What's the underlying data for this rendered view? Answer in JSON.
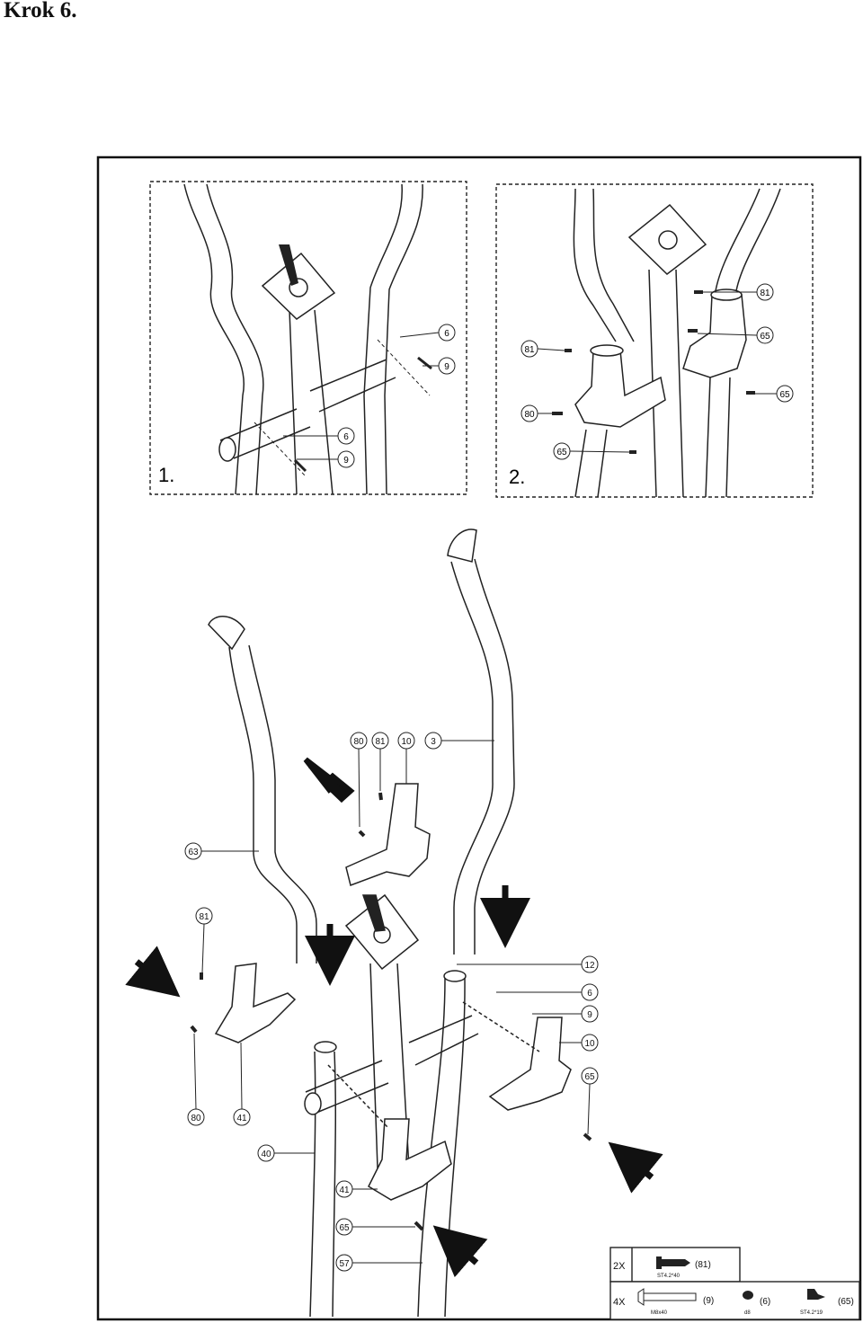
{
  "step_title": "Krok 6.",
  "detail_panels": [
    {
      "label": "1.",
      "callouts": [
        "6",
        "9",
        "6",
        "9"
      ]
    },
    {
      "label": "2.",
      "callouts": [
        "81",
        "65",
        "65",
        "81",
        "80",
        "65"
      ]
    }
  ],
  "main_callouts": {
    "top_group": [
      "80",
      "81",
      "10",
      "3"
    ],
    "left_handle": "63",
    "left_group": [
      "81",
      "80",
      "41"
    ],
    "right_group": [
      "12",
      "6",
      "9",
      "10",
      "65"
    ],
    "lower": [
      "40",
      "41",
      "65",
      "57"
    ]
  },
  "hardware_table": {
    "rows": [
      {
        "qty": "2X",
        "items": [
          {
            "ref": "(81)",
            "spec": "ST4.2*40"
          }
        ]
      },
      {
        "qty": "4X",
        "items": [
          {
            "ref": "(9)",
            "spec": "M8x40"
          },
          {
            "ref": "(6)",
            "spec": "d8"
          },
          {
            "ref": "(65)",
            "spec": "ST4.2*19"
          }
        ]
      }
    ]
  }
}
